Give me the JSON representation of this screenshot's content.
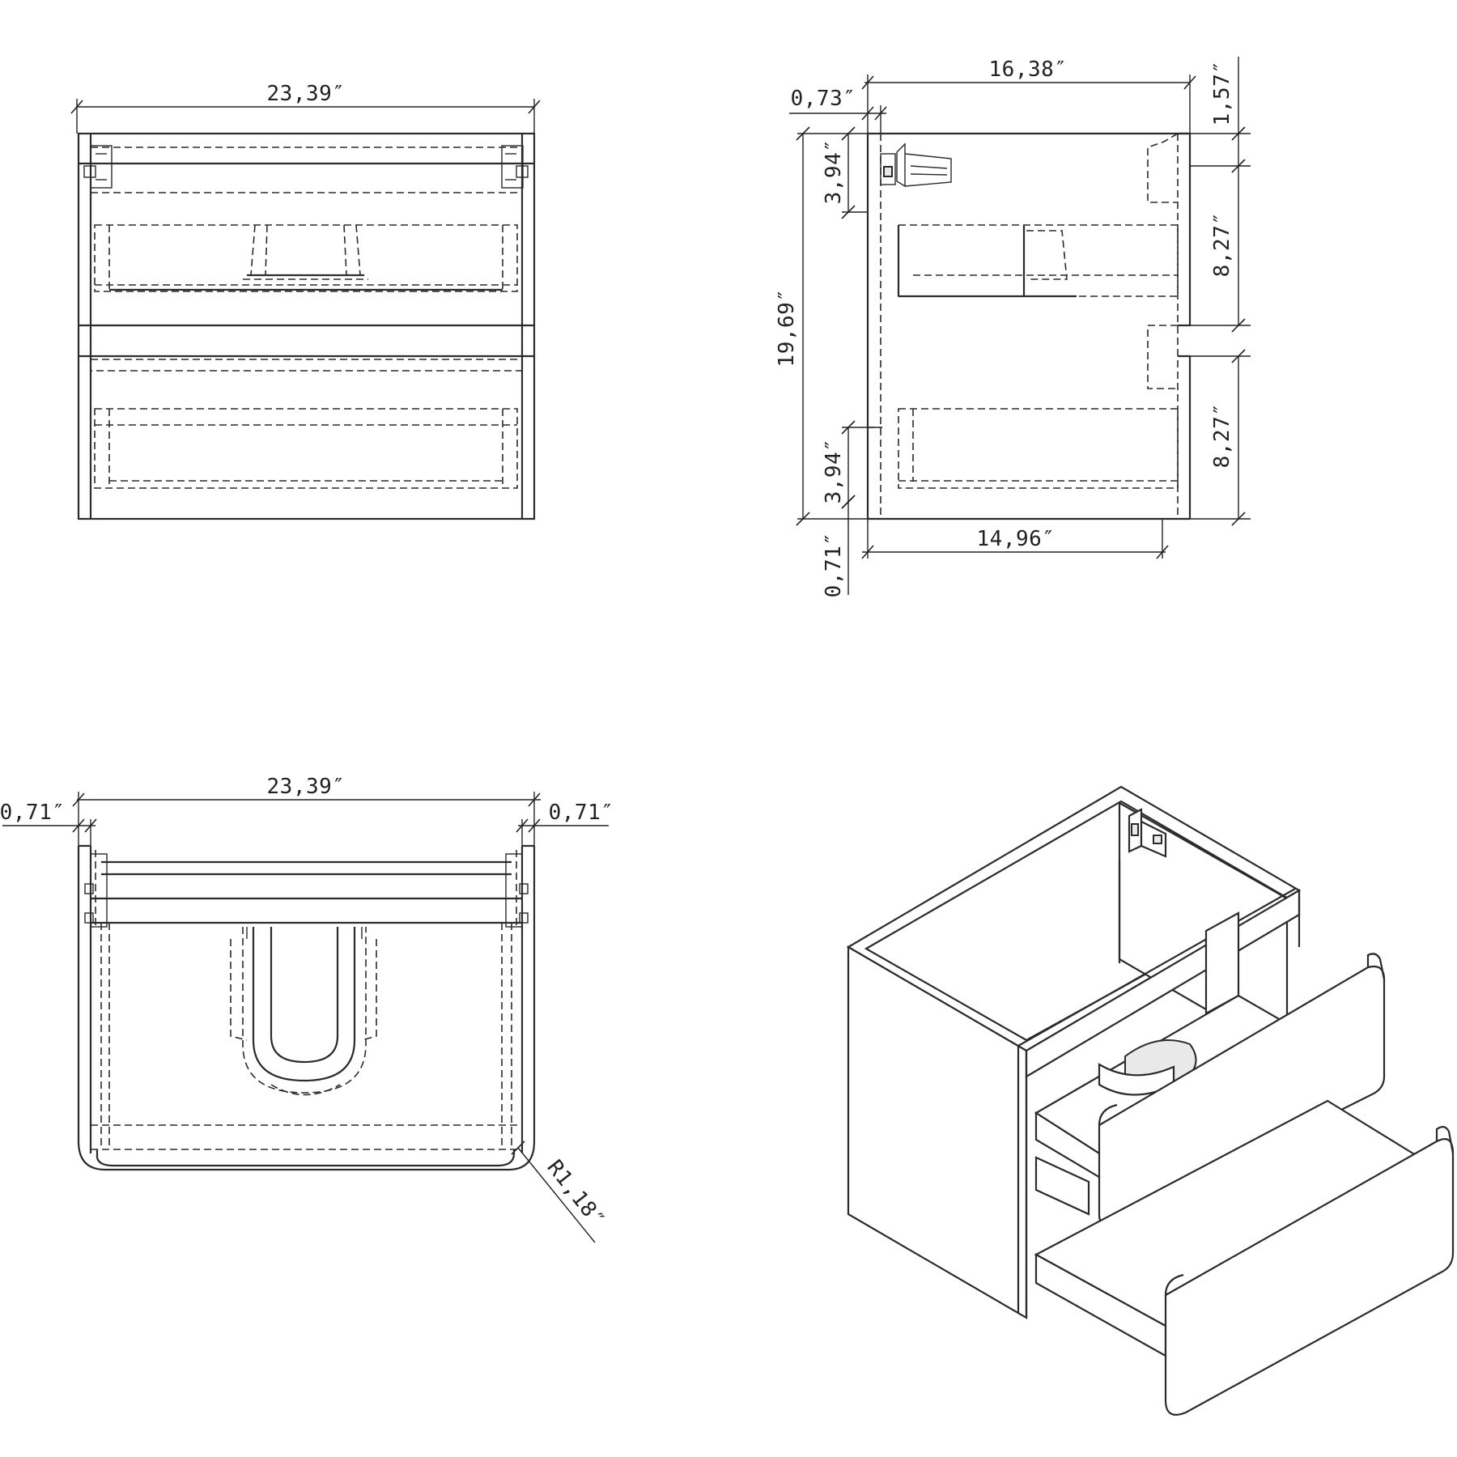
{
  "drawing": {
    "front_view": {
      "width_label": "23,39″"
    },
    "side_view": {
      "depth_label": "16,38″",
      "back_offset_label": "0,73″",
      "top_gap_label": "1,57″",
      "height_label": "19,69″",
      "top_rail_label": "3,94″",
      "bottom_rail_label": "3,94″",
      "drawer_top_label": "8,27″",
      "drawer_bottom_label": "8,27″",
      "inner_depth_label": "14,96″",
      "base_offset_label": "0,71″"
    },
    "top_view": {
      "width_label": "23,39″",
      "left_panel_label": "0,71″",
      "right_panel_label": "0,71″",
      "radius_label": "R1,18″"
    }
  }
}
